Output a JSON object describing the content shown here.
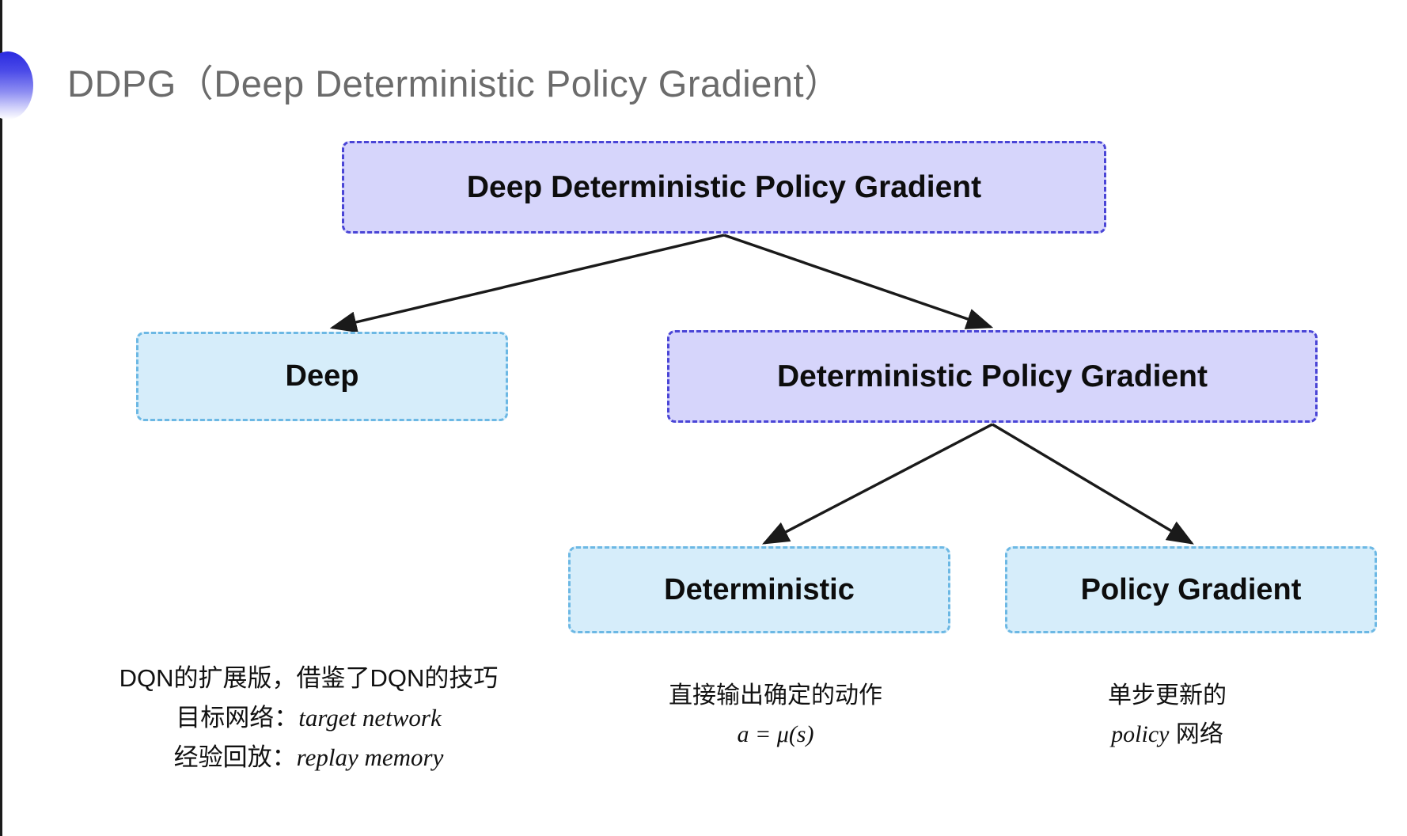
{
  "slide": {
    "title": "DDPG（Deep Deterministic Policy Gradient）",
    "bullet_icon": "gradient-circle-bullet",
    "title_color": "#6b6b6b",
    "background_color": "#ffffff"
  },
  "colors": {
    "node_purple_fill": "#d6d5fb",
    "node_purple_border": "#4a45d6",
    "node_cyan_fill": "#d6edfa",
    "node_cyan_border": "#6cb8e4",
    "arrow": "#1a1a1a",
    "bullet_gradient_start": "#2a2ae0",
    "bullet_gradient_end": "#ffffff"
  },
  "diagram": {
    "type": "tree",
    "nodes": {
      "root": {
        "label": "Deep Deterministic Policy Gradient",
        "style": "purple"
      },
      "deep": {
        "label": "Deep",
        "style": "cyan"
      },
      "dpg": {
        "label": "Deterministic Policy Gradient",
        "style": "purple"
      },
      "deterministic": {
        "label": "Deterministic",
        "style": "cyan"
      },
      "policy_gradient": {
        "label": "Policy Gradient",
        "style": "cyan"
      }
    },
    "edges": [
      {
        "from": "root",
        "to": "deep"
      },
      {
        "from": "root",
        "to": "dpg"
      },
      {
        "from": "dpg",
        "to": "deterministic"
      },
      {
        "from": "dpg",
        "to": "policy_gradient"
      }
    ]
  },
  "annotations": {
    "deep": {
      "line1": "DQN的扩展版，借鉴了DQN的技巧",
      "line2_label": "目标网络：",
      "line2_value": "target network",
      "line3_label": "经验回放：",
      "line3_value": "replay memory"
    },
    "deterministic": {
      "line1": "直接输出确定的动作",
      "formula": "a = μ(s)"
    },
    "policy_gradient": {
      "line1": "单步更新的",
      "line2_value": "policy",
      "line2_suffix": " 网络"
    }
  }
}
